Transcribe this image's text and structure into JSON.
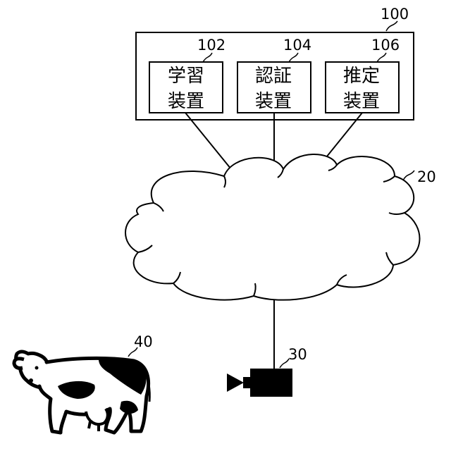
{
  "system": {
    "ref": "100",
    "devices": [
      {
        "ref": "102",
        "line1": "学習",
        "line2": "装置"
      },
      {
        "ref": "104",
        "line1": "認証",
        "line2": "装置"
      },
      {
        "ref": "106",
        "line1": "推定",
        "line2": "装置"
      }
    ]
  },
  "network": {
    "ref": "20"
  },
  "camera": {
    "ref": "30"
  },
  "cow": {
    "ref": "40"
  },
  "colors": {
    "stroke": "#000000",
    "background": "#ffffff"
  }
}
